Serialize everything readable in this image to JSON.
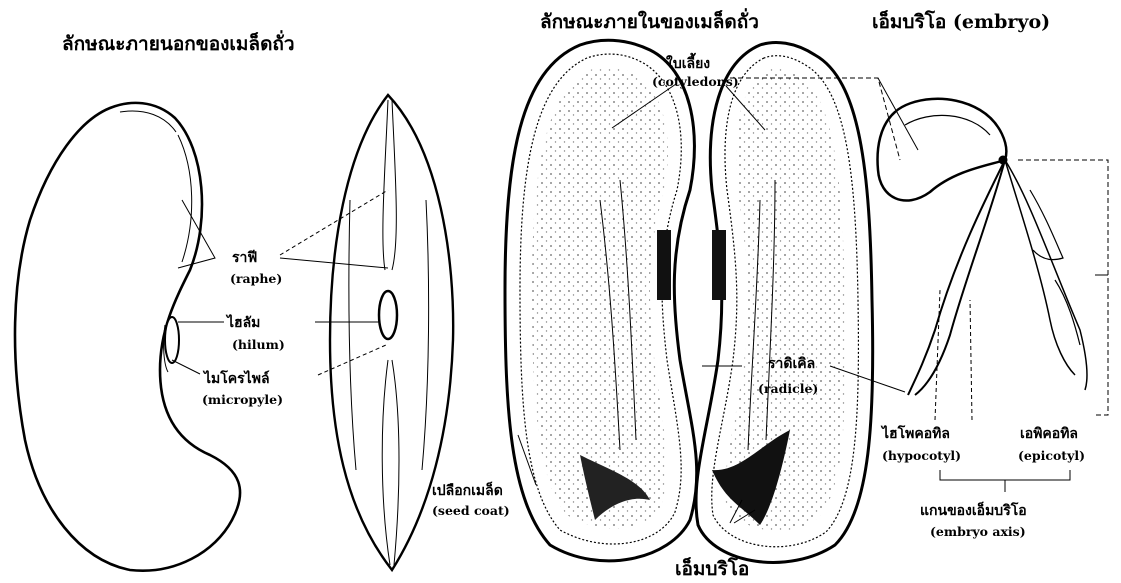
{
  "titles": {
    "external": "ลักษณะภายนอกของเมล็ดถั่ว",
    "internal": "ลักษณะภายในของเมล็ดถั่ว",
    "embryo": "เอ็มบริโอ (embryo)"
  },
  "labels": {
    "raphe_th": "ราฟี",
    "raphe_en": "(raphe)",
    "hilum_th": "ไฮลัม",
    "hilum_en": "(hilum)",
    "micropyle_th": "ไมโครไพล์",
    "micropyle_en": "(micropyle)",
    "cotyledon_th": "ใบเลี้ยง",
    "cotyledon_en": "(cotyledons)",
    "radicle_th": "ราดิเคิล",
    "radicle_en": "(radicle)",
    "seedcoat_th": "เปลือกเมล็ด",
    "seedcoat_en": "(seed coat)",
    "embryo_bottom_th": "เอ็มบริโอ",
    "hypocotyl_th": "ไฮโพคอทิล",
    "hypocotyl_en": "(hypocotyl)",
    "epicotyl_th": "เอพิคอทิล",
    "epicotyl_en": "(epicotyl)",
    "axis_th": "แกนของเอ็มบริโอ",
    "axis_en": "(embryo axis)"
  }
}
